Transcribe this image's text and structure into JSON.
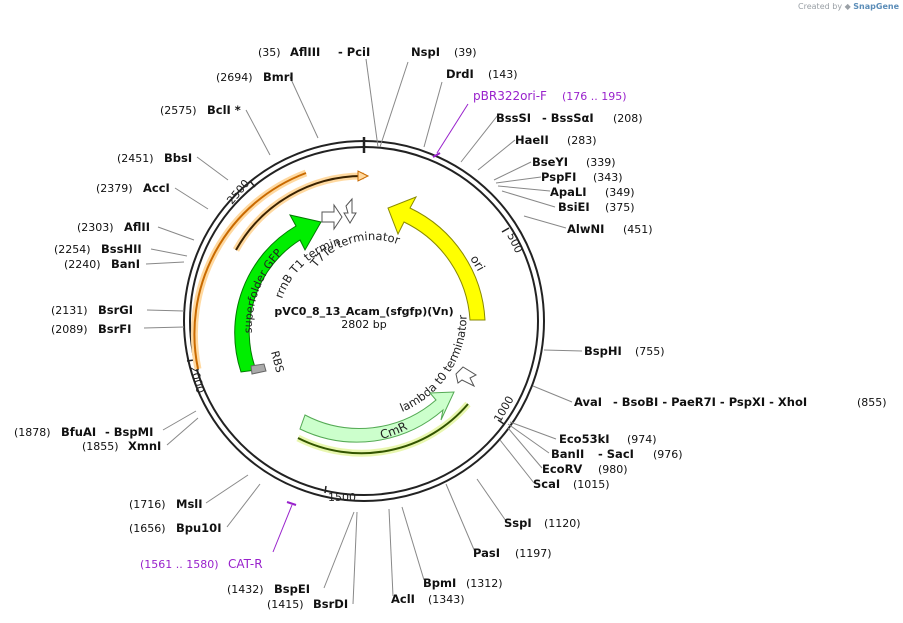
{
  "watermark": {
    "created_by": "Created by",
    "brand": "SnapGene"
  },
  "plasmid": {
    "name": "pVC0_8_13_Acam_(sfgfp)(Vn)",
    "length": "2802 bp",
    "total_bp": 2802
  },
  "tick_labels": [
    {
      "text": "500",
      "bp": 500
    },
    {
      "text": "1000",
      "bp": 1000
    },
    {
      "text": "1500",
      "bp": 1500
    },
    {
      "text": "2000",
      "bp": 2000
    },
    {
      "text": "2500",
      "bp": 2500
    }
  ],
  "features": [
    {
      "id": "ori",
      "label": "ori",
      "color": "#ffff00",
      "stroke": "#8a8a00",
      "text_color": "#222222"
    },
    {
      "id": "superfolder-gfp",
      "label": "superfolder GFP",
      "color": "#00ee00",
      "stroke": "#007a00",
      "text_color": "#222222"
    },
    {
      "id": "cmr",
      "label": "CmR",
      "color": "#ccffcc",
      "stroke": "#55aa55",
      "text_color": "#222222"
    },
    {
      "id": "rrnb-t1-terminator",
      "label": "rrnB T1 terminator",
      "text_color": "#222222"
    },
    {
      "id": "t7te-terminator",
      "label": "T7Te terminator",
      "text_color": "#222222"
    },
    {
      "id": "lambda-t0-terminator",
      "label": "lambda t0 terminator",
      "text_color": "#222222"
    },
    {
      "id": "rbs",
      "label": "RBS",
      "text_color": "#222222"
    }
  ],
  "colors": {
    "primer": "#9922cc",
    "backbone": "#222222",
    "leader": "#888888",
    "orange_arc": "#c96a00",
    "orange_glow": "#ffd9a0"
  },
  "sites": [
    {
      "id": "afliii",
      "position": "(35)",
      "name": "AflIII",
      "extra": "- PciI"
    },
    {
      "id": "nspi",
      "position": "(39)",
      "name": "NspI",
      "extra": ""
    },
    {
      "id": "drdi",
      "position": "(143)",
      "name": "DrdI",
      "extra": ""
    },
    {
      "id": "bsssi",
      "position": "(208)",
      "name": "BssSI",
      "extra": "- BssSαI"
    },
    {
      "id": "haeii",
      "position": "(283)",
      "name": "HaeII",
      "extra": ""
    },
    {
      "id": "bseyi",
      "position": "(339)",
      "name": "BseYI",
      "extra": ""
    },
    {
      "id": "pspfi",
      "position": "(343)",
      "name": "PspFI",
      "extra": ""
    },
    {
      "id": "apali",
      "position": "(349)",
      "name": "ApaLI",
      "extra": ""
    },
    {
      "id": "bsiei",
      "position": "(375)",
      "name": "BsiEI",
      "extra": ""
    },
    {
      "id": "alwni",
      "position": "(451)",
      "name": "AlwNI",
      "extra": ""
    },
    {
      "id": "bsphi",
      "position": "(755)",
      "name": "BspHI",
      "extra": ""
    },
    {
      "id": "avai",
      "position": "(855)",
      "name": "AvaI",
      "extra": "- BsoBI - PaeR7I - PspXI - XhoI"
    },
    {
      "id": "eco53ki",
      "position": "(974)",
      "name": "Eco53kI",
      "extra": ""
    },
    {
      "id": "banii",
      "position": "(976)",
      "name": "BanII",
      "extra": "- SacI"
    },
    {
      "id": "ecorv",
      "position": "(980)",
      "name": "EcoRV",
      "extra": ""
    },
    {
      "id": "scai",
      "position": "(1015)",
      "name": "ScaI",
      "extra": ""
    },
    {
      "id": "sspi",
      "position": "(1120)",
      "name": "SspI",
      "extra": ""
    },
    {
      "id": "pasi",
      "position": "(1197)",
      "name": "PasI",
      "extra": ""
    },
    {
      "id": "bpmi",
      "position": "(1312)",
      "name": "BpmI",
      "extra": ""
    },
    {
      "id": "acli",
      "position": "(1343)",
      "name": "AclI",
      "extra": ""
    },
    {
      "id": "bspei",
      "position": "(1432)",
      "name": "BspEI",
      "extra": ""
    },
    {
      "id": "bsrdi",
      "position": "(1415)",
      "name": "BsrDI",
      "extra": ""
    },
    {
      "id": "bpu10i",
      "position": "(1656)",
      "name": "Bpu10I",
      "extra": ""
    },
    {
      "id": "msli",
      "position": "(1716)",
      "name": "MslI",
      "extra": ""
    },
    {
      "id": "xmni",
      "position": "(1855)",
      "name": "XmnI",
      "extra": ""
    },
    {
      "id": "bfuai",
      "position": "(1878)",
      "name": "BfuAI",
      "extra": "- BspMI"
    },
    {
      "id": "bsrfi",
      "position": "(2089)",
      "name": "BsrFI",
      "extra": ""
    },
    {
      "id": "bsrgi",
      "position": "(2131)",
      "name": "BsrGI",
      "extra": ""
    },
    {
      "id": "bani",
      "position": "(2240)",
      "name": "BanI",
      "extra": ""
    },
    {
      "id": "bsshii",
      "position": "(2254)",
      "name": "BssHII",
      "extra": ""
    },
    {
      "id": "aflii",
      "position": "(2303)",
      "name": "AflII",
      "extra": ""
    },
    {
      "id": "acci",
      "position": "(2379)",
      "name": "AccI",
      "extra": ""
    },
    {
      "id": "bbsi",
      "position": "(2451)",
      "name": "BbsI",
      "extra": ""
    },
    {
      "id": "bcli",
      "position": "(2575)",
      "name": "BclI *",
      "extra": ""
    },
    {
      "id": "bmri",
      "position": "(2694)",
      "name": "BmrI",
      "extra": ""
    }
  ],
  "primers": [
    {
      "id": "pbr322ori-f",
      "name": "pBR322ori-F",
      "range": "(176 .. 195)"
    },
    {
      "id": "cat-r",
      "name": "CAT-R",
      "range": "(1561 .. 1580)"
    }
  ]
}
